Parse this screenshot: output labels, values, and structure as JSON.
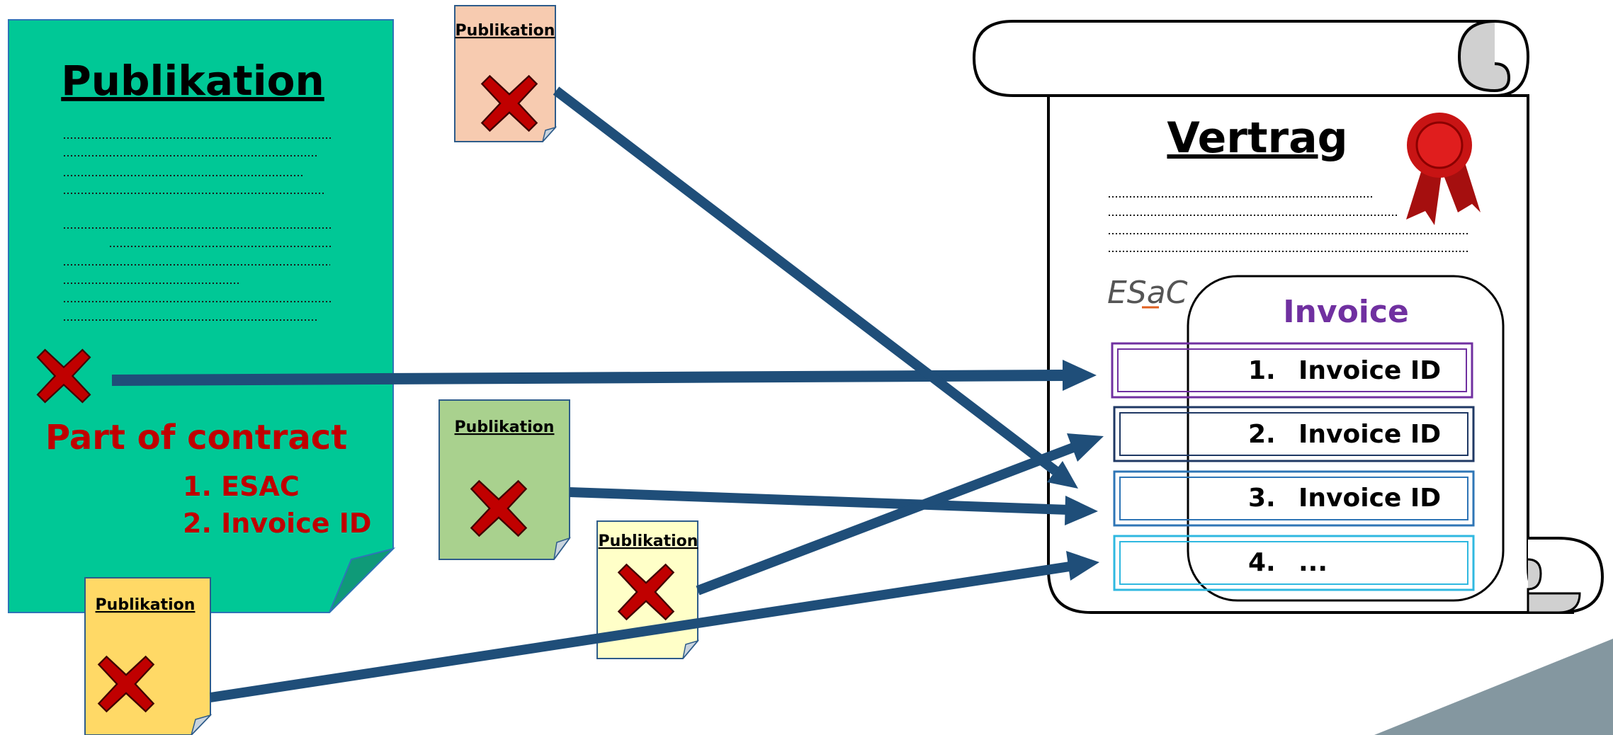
{
  "big_document": {
    "title": "Publikation",
    "part_of_contract": "Part of contract",
    "list": [
      "1. ESAC",
      "2. Invoice ID"
    ],
    "color": "#00c896"
  },
  "small_documents": [
    {
      "label": "Publikation",
      "color": "#f7cbb0"
    },
    {
      "label": "Publikation",
      "color": "#a9d18e"
    },
    {
      "label": "Publikation",
      "color": "#ffffc8"
    },
    {
      "label": "Publikation",
      "color": "#ffd966"
    }
  ],
  "contract": {
    "title": "Vertrag",
    "logo_text": "ESaC",
    "invoice_title": "Invoice",
    "invoice_rows": [
      {
        "num": "1.",
        "text": "Invoice ID",
        "color": "#7030a0"
      },
      {
        "num": "2.",
        "text": "Invoice ID",
        "color": "#1f3864"
      },
      {
        "num": "3.",
        "text": "Invoice ID",
        "color": "#2e75b6"
      },
      {
        "num": "4.",
        "text": "...",
        "color": "#2fb8e0"
      }
    ]
  },
  "colors": {
    "arrow": "#1f4e79",
    "cross": "#c00000",
    "invoice_title": "#7030a0",
    "red_text": "#c00000",
    "corner_triangle": "#8497a0"
  }
}
